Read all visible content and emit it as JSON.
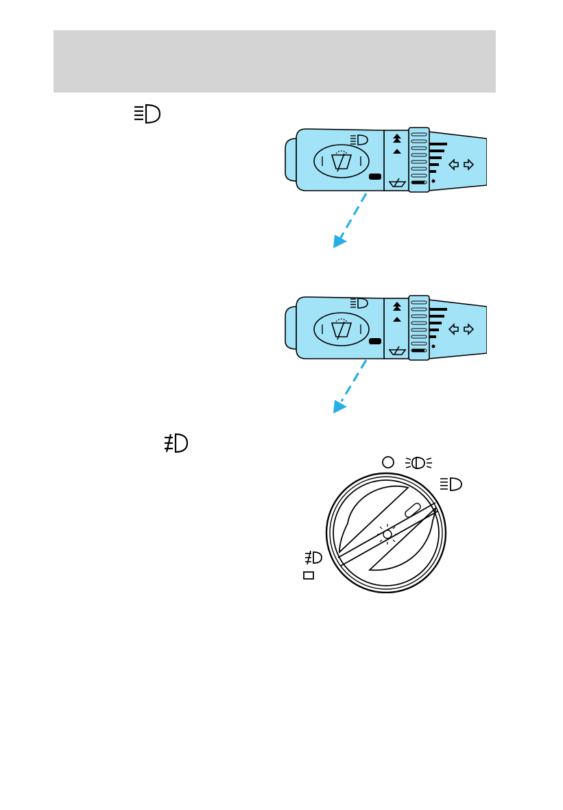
{
  "page": {
    "header_band_color": "#d4d4d4",
    "accent_stalk_color": "#a3e3f7",
    "accent_arrow_color": "#29aee6"
  },
  "icons": {
    "high_beam": "high-beam-icon",
    "fog_lamp": "fog-lamp-icon",
    "parking_lamp": "parking-lamp-icon",
    "off_position": "off-position-icon",
    "panel_dimmer": "panel-dimmer-icon",
    "wiper": "wiper-icon",
    "turn_signal": "turn-signal-arrows-icon"
  },
  "figures": [
    {
      "name": "multifunction-lever-figure-1",
      "direction": "pull-toward-driver"
    },
    {
      "name": "multifunction-lever-figure-2",
      "direction": "pull-toward-driver"
    },
    {
      "name": "headlamp-control-dial-figure"
    }
  ]
}
